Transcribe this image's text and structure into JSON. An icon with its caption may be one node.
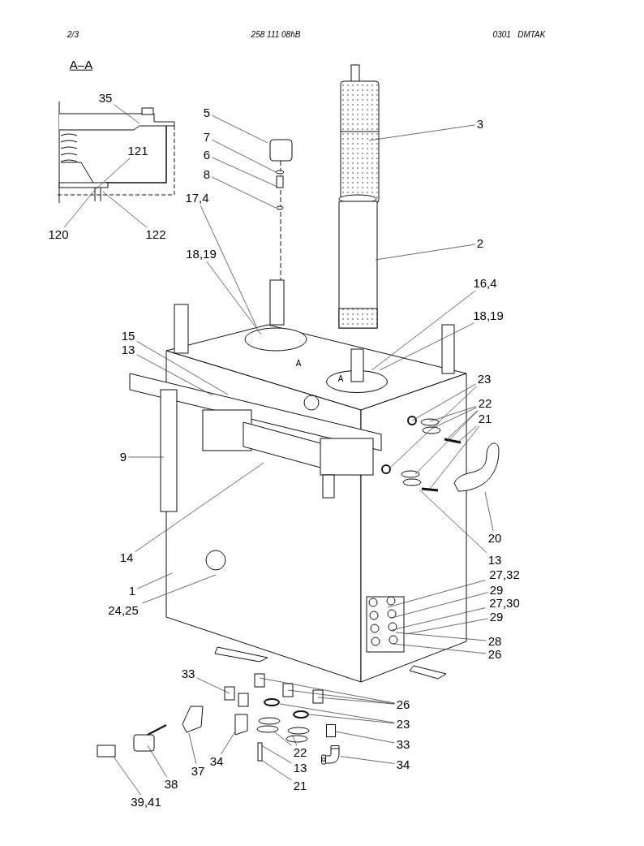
{
  "diagram": {
    "nodes": [
      {
        "text": [
          "35"
        ]
      },
      {
        "text": [
          "121"
        ]
      },
      {
        "text": [
          "120"
        ]
      },
      {
        "text": [
          "122"
        ]
      },
      {
        "text": [
          "5"
        ]
      },
      {
        "text": [
          "7"
        ]
      },
      {
        "text": [
          "6"
        ]
      },
      {
        "text": [
          "8"
        ]
      },
      {
        "text": [
          "17,4"
        ]
      },
      {
        "text": [
          "18,19"
        ]
      },
      {
        "text": [
          "3"
        ]
      },
      {
        "text": [
          "2"
        ]
      },
      {
        "text": [
          "16,4"
        ]
      },
      {
        "text": [
          "18,19"
        ]
      },
      {
        "text": [
          "15"
        ]
      },
      {
        "text": [
          "13"
        ]
      },
      {
        "text": [
          "23"
        ]
      },
      {
        "text": [
          "22"
        ]
      },
      {
        "text": [
          "21"
        ]
      },
      {
        "text": [
          "9"
        ]
      },
      {
        "text": [
          "20"
        ]
      },
      {
        "text": [
          "13"
        ]
      },
      {
        "text": [
          "14"
        ]
      },
      {
        "text": [
          "27,32"
        ]
      },
      {
        "text": [
          "1"
        ]
      },
      {
        "text": [
          "29"
        ]
      },
      {
        "text": [
          "24,25"
        ]
      },
      {
        "text": [
          "27,30"
        ]
      },
      {
        "text": [
          "29"
        ]
      },
      {
        "text": [
          "28"
        ]
      },
      {
        "text": [
          "26"
        ]
      },
      {
        "text": [
          "33"
        ]
      },
      {
        "text": [
          "26"
        ]
      },
      {
        "text": [
          "23"
        ]
      },
      {
        "text": [
          "33"
        ]
      },
      {
        "text": [
          "34"
        ]
      },
      {
        "text": [
          "22"
        ]
      },
      {
        "text": [
          "34"
        ]
      },
      {
        "text": [
          "37"
        ]
      },
      {
        "text": [
          "13"
        ]
      },
      {
        "text": [
          "38"
        ]
      },
      {
        "text": [
          "21"
        ]
      },
      {
        "text": [
          "39,41"
        ]
      },
      {
        "text": [],
        "shape": "circle"
      },
      {
        "text": [],
        "shape": "picture"
      },
      {
        "text": [],
        "shape": "box"
      }
    ],
    "edges": [
      {
        "from": 0,
        "to": null,
        "arrow": "none"
      },
      {
        "from": 1,
        "to": null,
        "arrow": "none"
      },
      {
        "from": 2,
        "to": null,
        "arrow": "none"
      },
      {
        "from": 3,
        "to": null,
        "arrow": "none"
      },
      {
        "from": 4,
        "to": null,
        "arrow": "none"
      },
      {
        "from": 5,
        "to": null,
        "arrow": "none"
      },
      {
        "from": 6,
        "to": null,
        "arrow": "none"
      },
      {
        "from": 7,
        "to": null,
        "arrow": "none"
      },
      {
        "from": 8,
        "to": null,
        "arrow": "none"
      },
      {
        "from": 9,
        "to": null,
        "arrow": "none"
      },
      {
        "from": 10,
        "to": null,
        "arrow": "none"
      },
      {
        "from": 11,
        "to": null,
        "arrow": "none"
      },
      {
        "from": 12,
        "to": 43,
        "arrow": "none"
      },
      {
        "from": 13,
        "to": 43,
        "arrow": "none"
      },
      {
        "from": 14,
        "to": null,
        "arrow": "none"
      },
      {
        "from": 15,
        "to": null,
        "arrow": "none"
      },
      {
        "from": 16,
        "to": null,
        "arrow": "none"
      },
      {
        "from": 16,
        "to": null,
        "arrow": "none"
      },
      {
        "from": 17,
        "to": null,
        "arrow": "none"
      },
      {
        "from": 17,
        "to": null,
        "arrow": "none"
      },
      {
        "from": 17,
        "to": null,
        "arrow": "none"
      },
      {
        "from": 17,
        "to": null,
        "arrow": "none"
      },
      {
        "from": 18,
        "to": null,
        "arrow": "none"
      },
      {
        "from": 18,
        "to": null,
        "arrow": "none"
      },
      {
        "from": 19,
        "to": null,
        "arrow": "none"
      },
      {
        "from": 20,
        "to": null,
        "arrow": "none"
      },
      {
        "from": 21,
        "to": null,
        "arrow": "none"
      },
      {
        "from": 22,
        "to": null,
        "arrow": "none"
      },
      {
        "from": 23,
        "to": null,
        "arrow": "none"
      },
      {
        "from": 24,
        "to": null,
        "arrow": "none"
      },
      {
        "from": 25,
        "to": null,
        "arrow": "none"
      },
      {
        "from": 26,
        "to": null,
        "arrow": "none"
      },
      {
        "from": 27,
        "to": null,
        "arrow": "none"
      },
      {
        "from": 28,
        "to": null,
        "arrow": "none"
      },
      {
        "from": 29,
        "to": null,
        "arrow": "none"
      },
      {
        "from": 30,
        "to": null,
        "arrow": "none"
      },
      {
        "from": 31,
        "to": null,
        "arrow": "none"
      },
      {
        "from": 32,
        "to": null,
        "arrow": "none"
      },
      {
        "from": 32,
        "to": null,
        "arrow": "none"
      },
      {
        "from": 32,
        "to": null,
        "arrow": "none"
      },
      {
        "from": 33,
        "to": null,
        "arrow": "none"
      },
      {
        "from": 33,
        "to": null,
        "arrow": "none"
      },
      {
        "from": 34,
        "to": 45,
        "arrow": "none"
      },
      {
        "from": 35,
        "to": 44,
        "arrow": "none"
      },
      {
        "from": 36,
        "to": null,
        "arrow": "none"
      },
      {
        "from": 36,
        "to": null,
        "arrow": "none"
      },
      {
        "from": 37,
        "to": null,
        "arrow": "none"
      },
      {
        "from": 38,
        "to": null,
        "arrow": "none"
      },
      {
        "from": 39,
        "to": null,
        "arrow": "none"
      },
      {
        "from": 40,
        "to": null,
        "arrow": "none"
      },
      {
        "from": 41,
        "to": null,
        "arrow": "none"
      },
      {
        "from": 42,
        "to": null,
        "arrow": "none"
      }
    ],
    "labels": [
      "2/3",
      "258 111 08hB",
      "0301   DMTAK",
      "A–A",
      "A",
      "A"
    ]
  }
}
